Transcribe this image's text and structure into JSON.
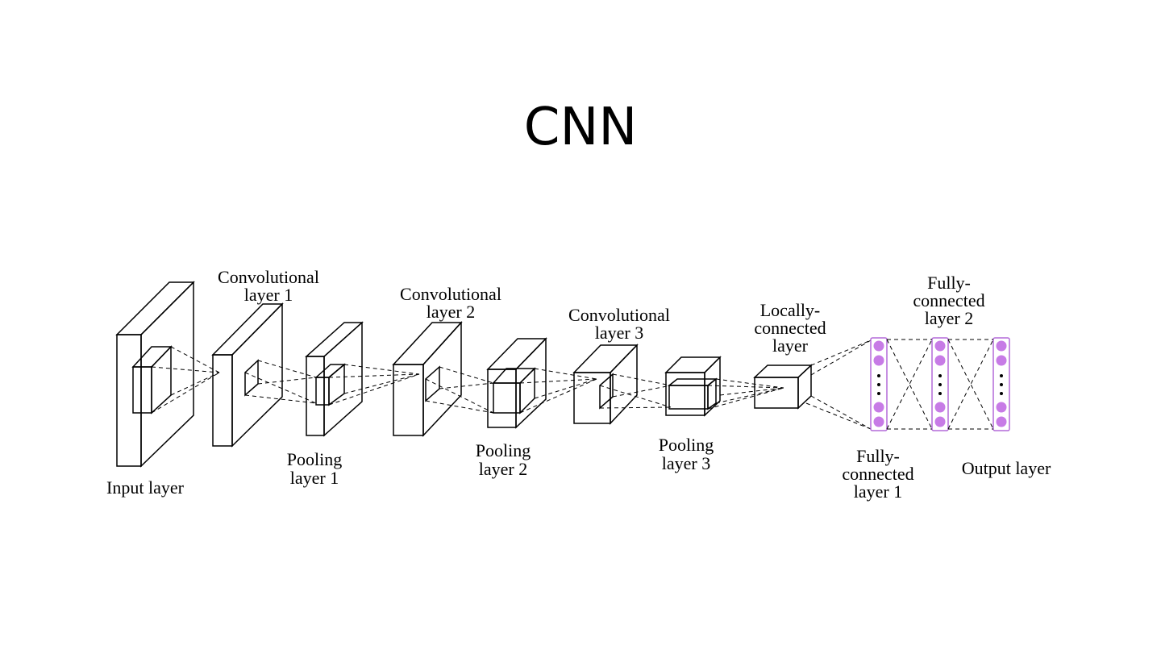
{
  "title": "CNN",
  "colors": {
    "neuron": "#c77be6",
    "fc_border": "#b36ad8",
    "line": "#000000"
  },
  "labels": {
    "input": "Input layer",
    "conv1": [
      "Convolutional",
      "layer 1"
    ],
    "pool1": [
      "Pooling",
      "layer 1"
    ],
    "conv2": [
      "Convolutional",
      "layer 2"
    ],
    "pool2": [
      "Pooling",
      "layer 2"
    ],
    "conv3": [
      "Convolutional",
      "layer 3"
    ],
    "pool3": [
      "Pooling",
      "layer 3"
    ],
    "local": [
      "Locally-",
      "connected",
      "layer"
    ],
    "fc1": [
      "Fully-",
      "connected",
      "layer 1"
    ],
    "fc2": [
      "Fully-",
      "connected",
      "layer 2"
    ],
    "output": "Output layer"
  }
}
